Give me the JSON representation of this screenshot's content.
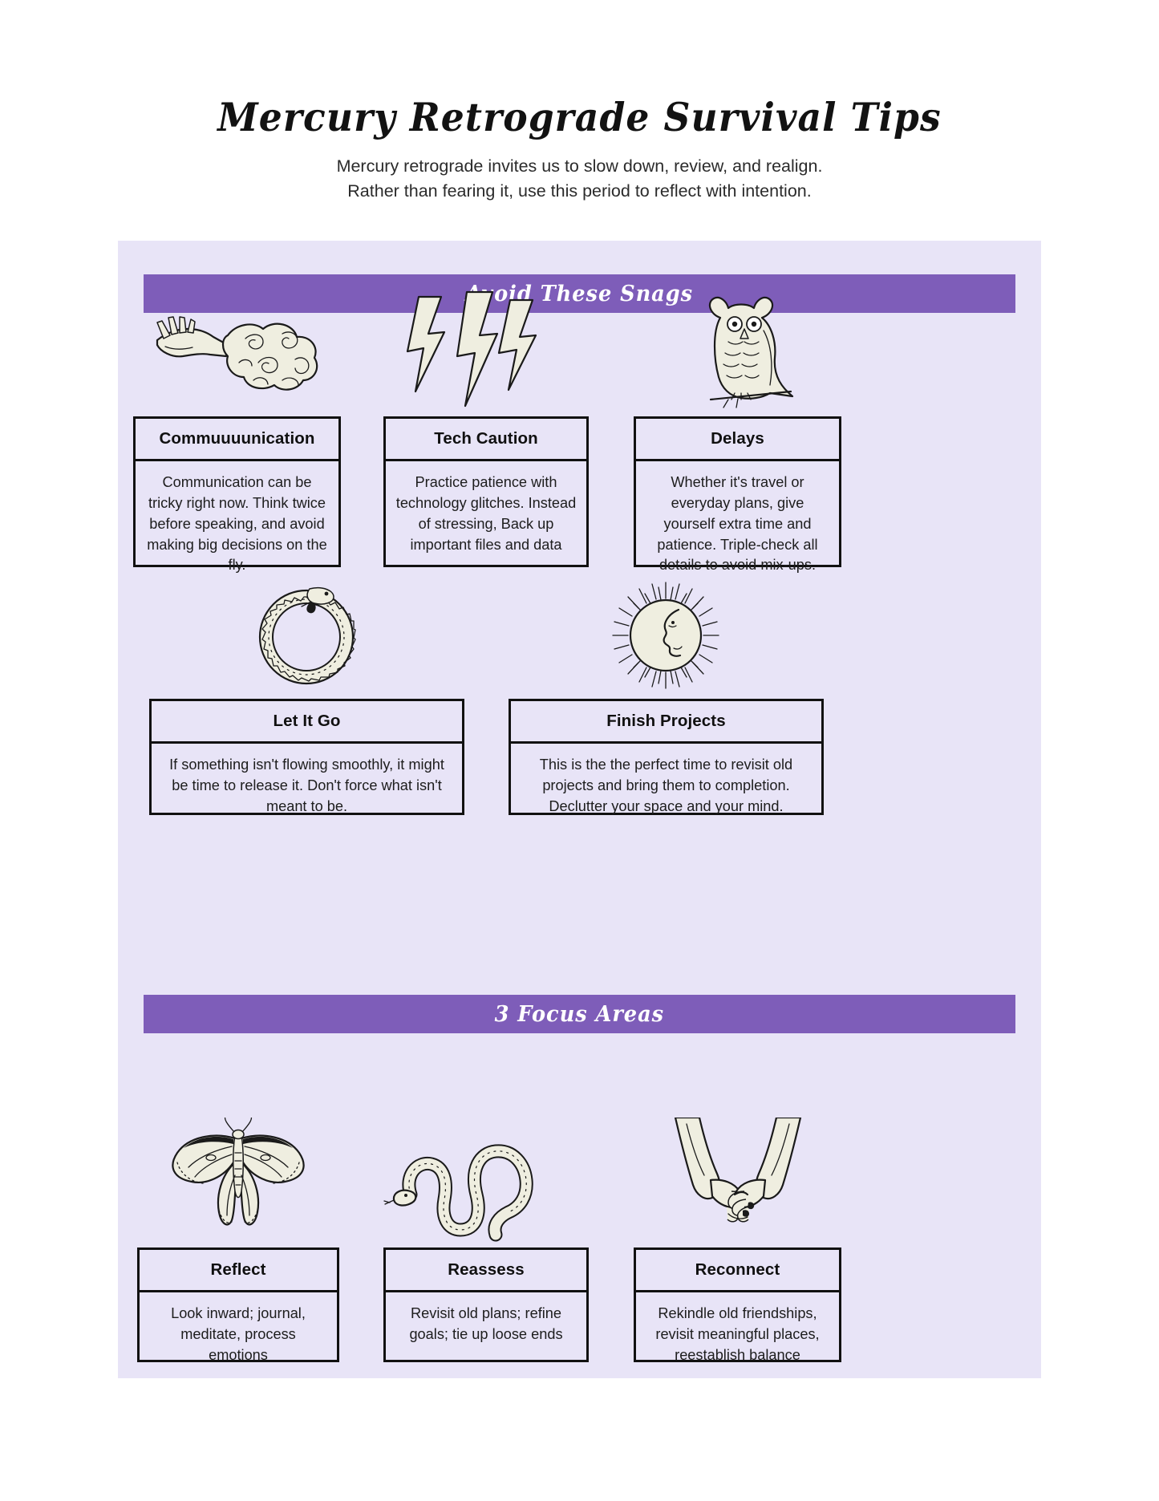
{
  "header": {
    "title": "Mercury Retrograde Survival Tips",
    "subtitle_line1": "Mercury retrograde invites us to slow down, review, and realign.",
    "subtitle_line2": "Rather than fearing it, use this period to reflect with intention."
  },
  "colors": {
    "banner_purple": "#7e5db9",
    "panel_lavender": "#e8e4f7",
    "ink": "#1a1a1a",
    "paper_cream": "#efeee0",
    "page_white": "#ffffff"
  },
  "sections": [
    {
      "banner_label": "Avoid These Snags",
      "cards": [
        {
          "icon": "hand-with-smoke-icon",
          "title": "Commuuuunication",
          "body": "Communication can be tricky right now. Think twice before speaking, and avoid making big decisions on the fly."
        },
        {
          "icon": "lightning-bolts-icon",
          "title": "Tech Caution",
          "body": "Practice patience with technology glitches. Instead of stressing, Back up important files and data"
        },
        {
          "icon": "owl-icon",
          "title": "Delays",
          "body": "Whether it's travel or everyday plans, give yourself extra time and patience. Triple-check all details to avoid mix-ups."
        },
        {
          "icon": "ouroboros-icon",
          "title": "Let It Go",
          "body": "If something isn't flowing smoothly, it might be time to release it. Don't force what isn't meant to be."
        },
        {
          "icon": "sun-moon-face-icon",
          "title": "Finish Projects",
          "body": "This is the the perfect time to revisit old projects and bring them to completion. Declutter your space and your mind."
        }
      ]
    },
    {
      "banner_label": "3 Focus Areas",
      "cards": [
        {
          "icon": "luna-moth-icon",
          "title": "Reflect",
          "body": "Look inward; journal, meditate, process emotions"
        },
        {
          "icon": "snake-icon",
          "title": "Reassess",
          "body": "Revisit old plans; refine goals; tie up loose ends"
        },
        {
          "icon": "linked-hands-icon",
          "title": "Reconnect",
          "body": "Rekindle old friendships, revisit meaningful places, reestablish balance"
        }
      ]
    }
  ]
}
